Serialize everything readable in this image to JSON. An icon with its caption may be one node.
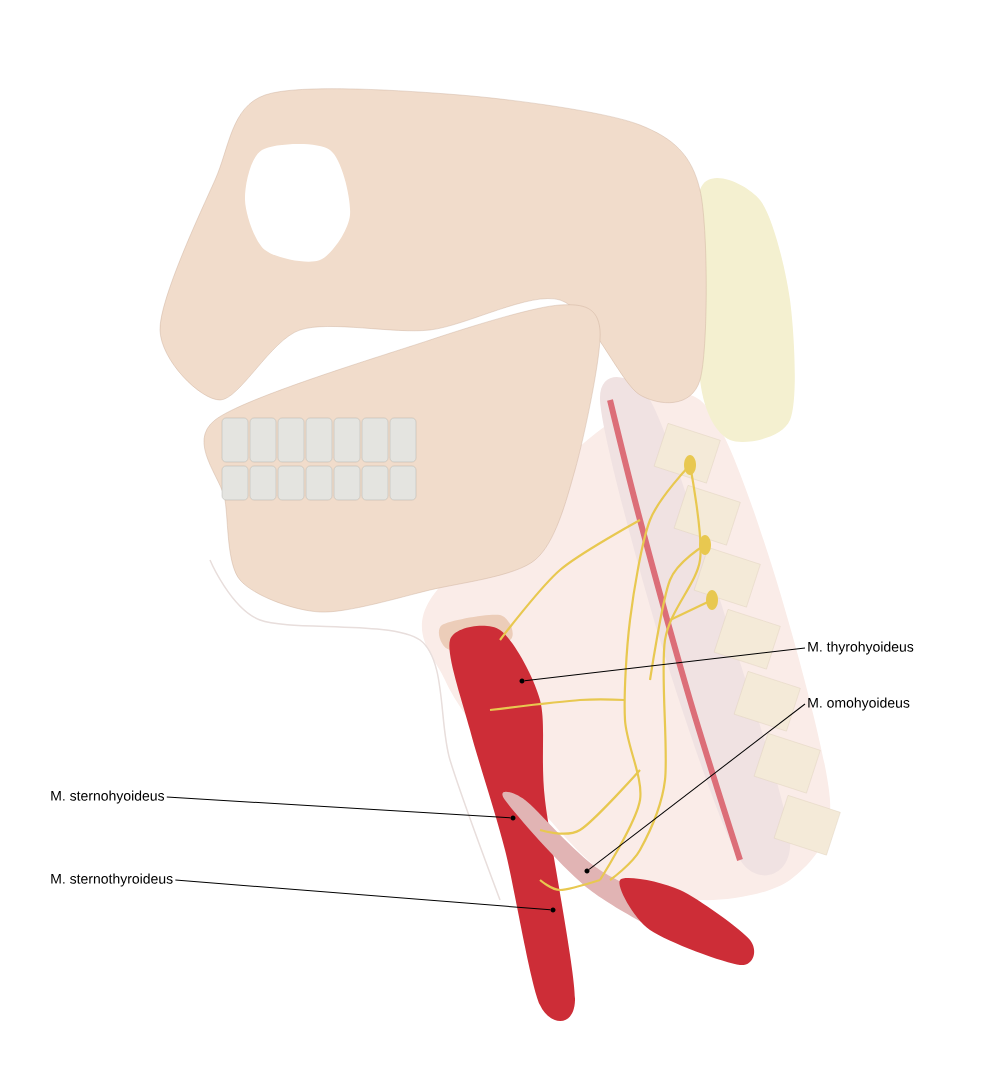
{
  "diagram": {
    "nodes": [
      {
        "text": [
          "M. thyrohyoideus"
        ]
      },
      {
        "text": [
          "M. omohyoideus"
        ]
      },
      {
        "text": [
          "M. sternohyoideus"
        ]
      },
      {
        "text": [
          "M. sternothyroideus"
        ]
      },
      {
        "text": [],
        "shape": "circle"
      },
      {
        "text": [],
        "shape": "circle"
      },
      {
        "text": [],
        "shape": "circle"
      },
      {
        "text": [],
        "shape": "circle"
      }
    ],
    "edges": [
      {
        "from": 0,
        "to": 4,
        "arrow": "none"
      },
      {
        "from": 1,
        "to": 6,
        "arrow": "none"
      },
      {
        "from": 2,
        "to": 5,
        "arrow": "none"
      },
      {
        "from": 3,
        "to": 7,
        "arrow": "none"
      }
    ]
  }
}
